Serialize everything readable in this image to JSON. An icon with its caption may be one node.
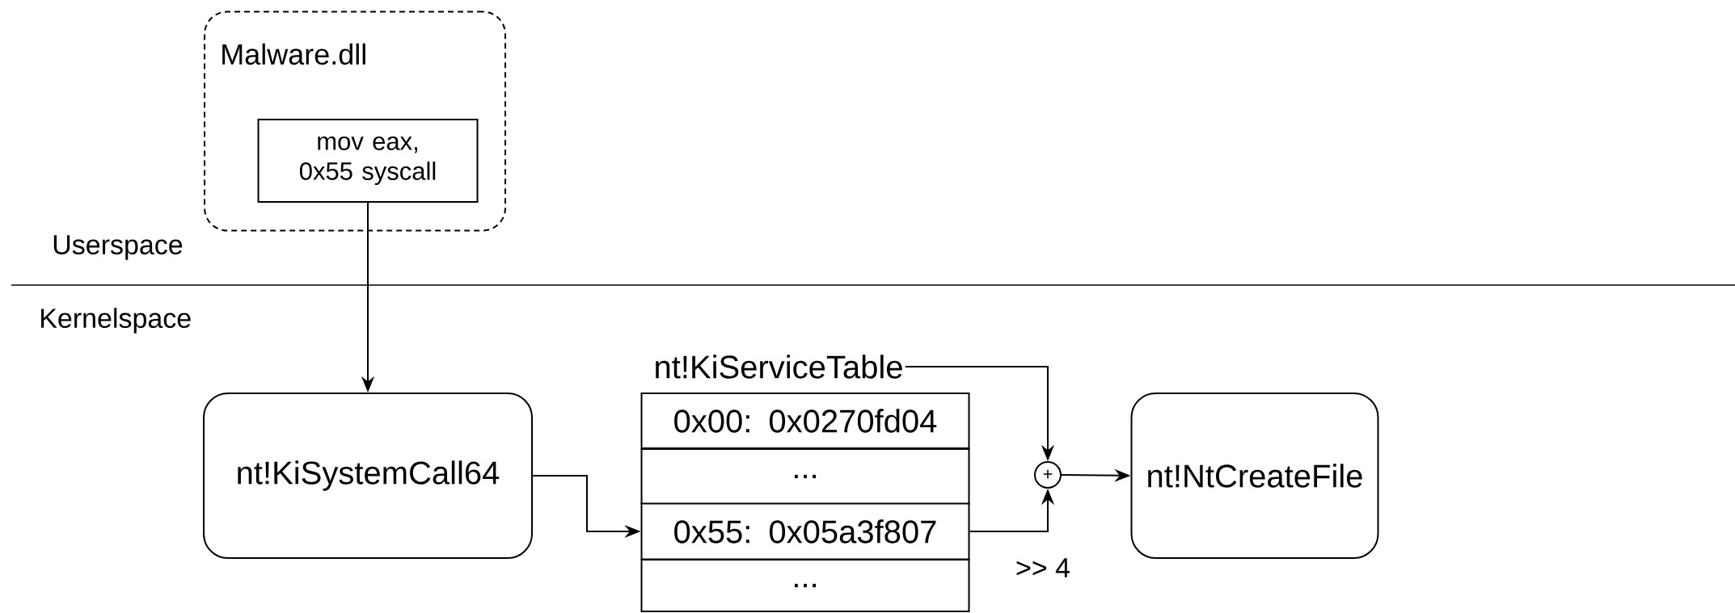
{
  "diagram": {
    "nodes": [
      {
        "text": [
          "Malware.dll"
        ]
      },
      {
        "text": [
          "mov eax, 0x55 syscall"
        ],
        "in": 0
      },
      {
        "text": [
          "nt!KiSystemCall64"
        ]
      },
      {
        "text": [
          "nt!KiServiceTable"
        ]
      },
      {
        "text": [
          "0x00: 0x0270fd04"
        ]
      },
      {
        "text": [
          "..."
        ]
      },
      {
        "text": [
          "0x55: 0x05a3f807"
        ]
      },
      {
        "text": [
          "..."
        ]
      },
      {
        "text": [
          "+"
        ]
      },
      {
        "text": [
          "nt!NtCreateFile"
        ]
      }
    ],
    "edges": [
      {
        "from": 1,
        "to": 2,
        "arrow": "to"
      },
      {
        "from": 2,
        "to": 6,
        "arrow": "to"
      },
      {
        "from": 3,
        "to": 8,
        "arrow": "to"
      },
      {
        "from": 6,
        "to": 8,
        "arrow": "to",
        "label": ">> 4"
      },
      {
        "from": 8,
        "to": 9,
        "arrow": "to"
      }
    ],
    "labels": [
      "Userspace",
      "Kernelspace"
    ]
  }
}
